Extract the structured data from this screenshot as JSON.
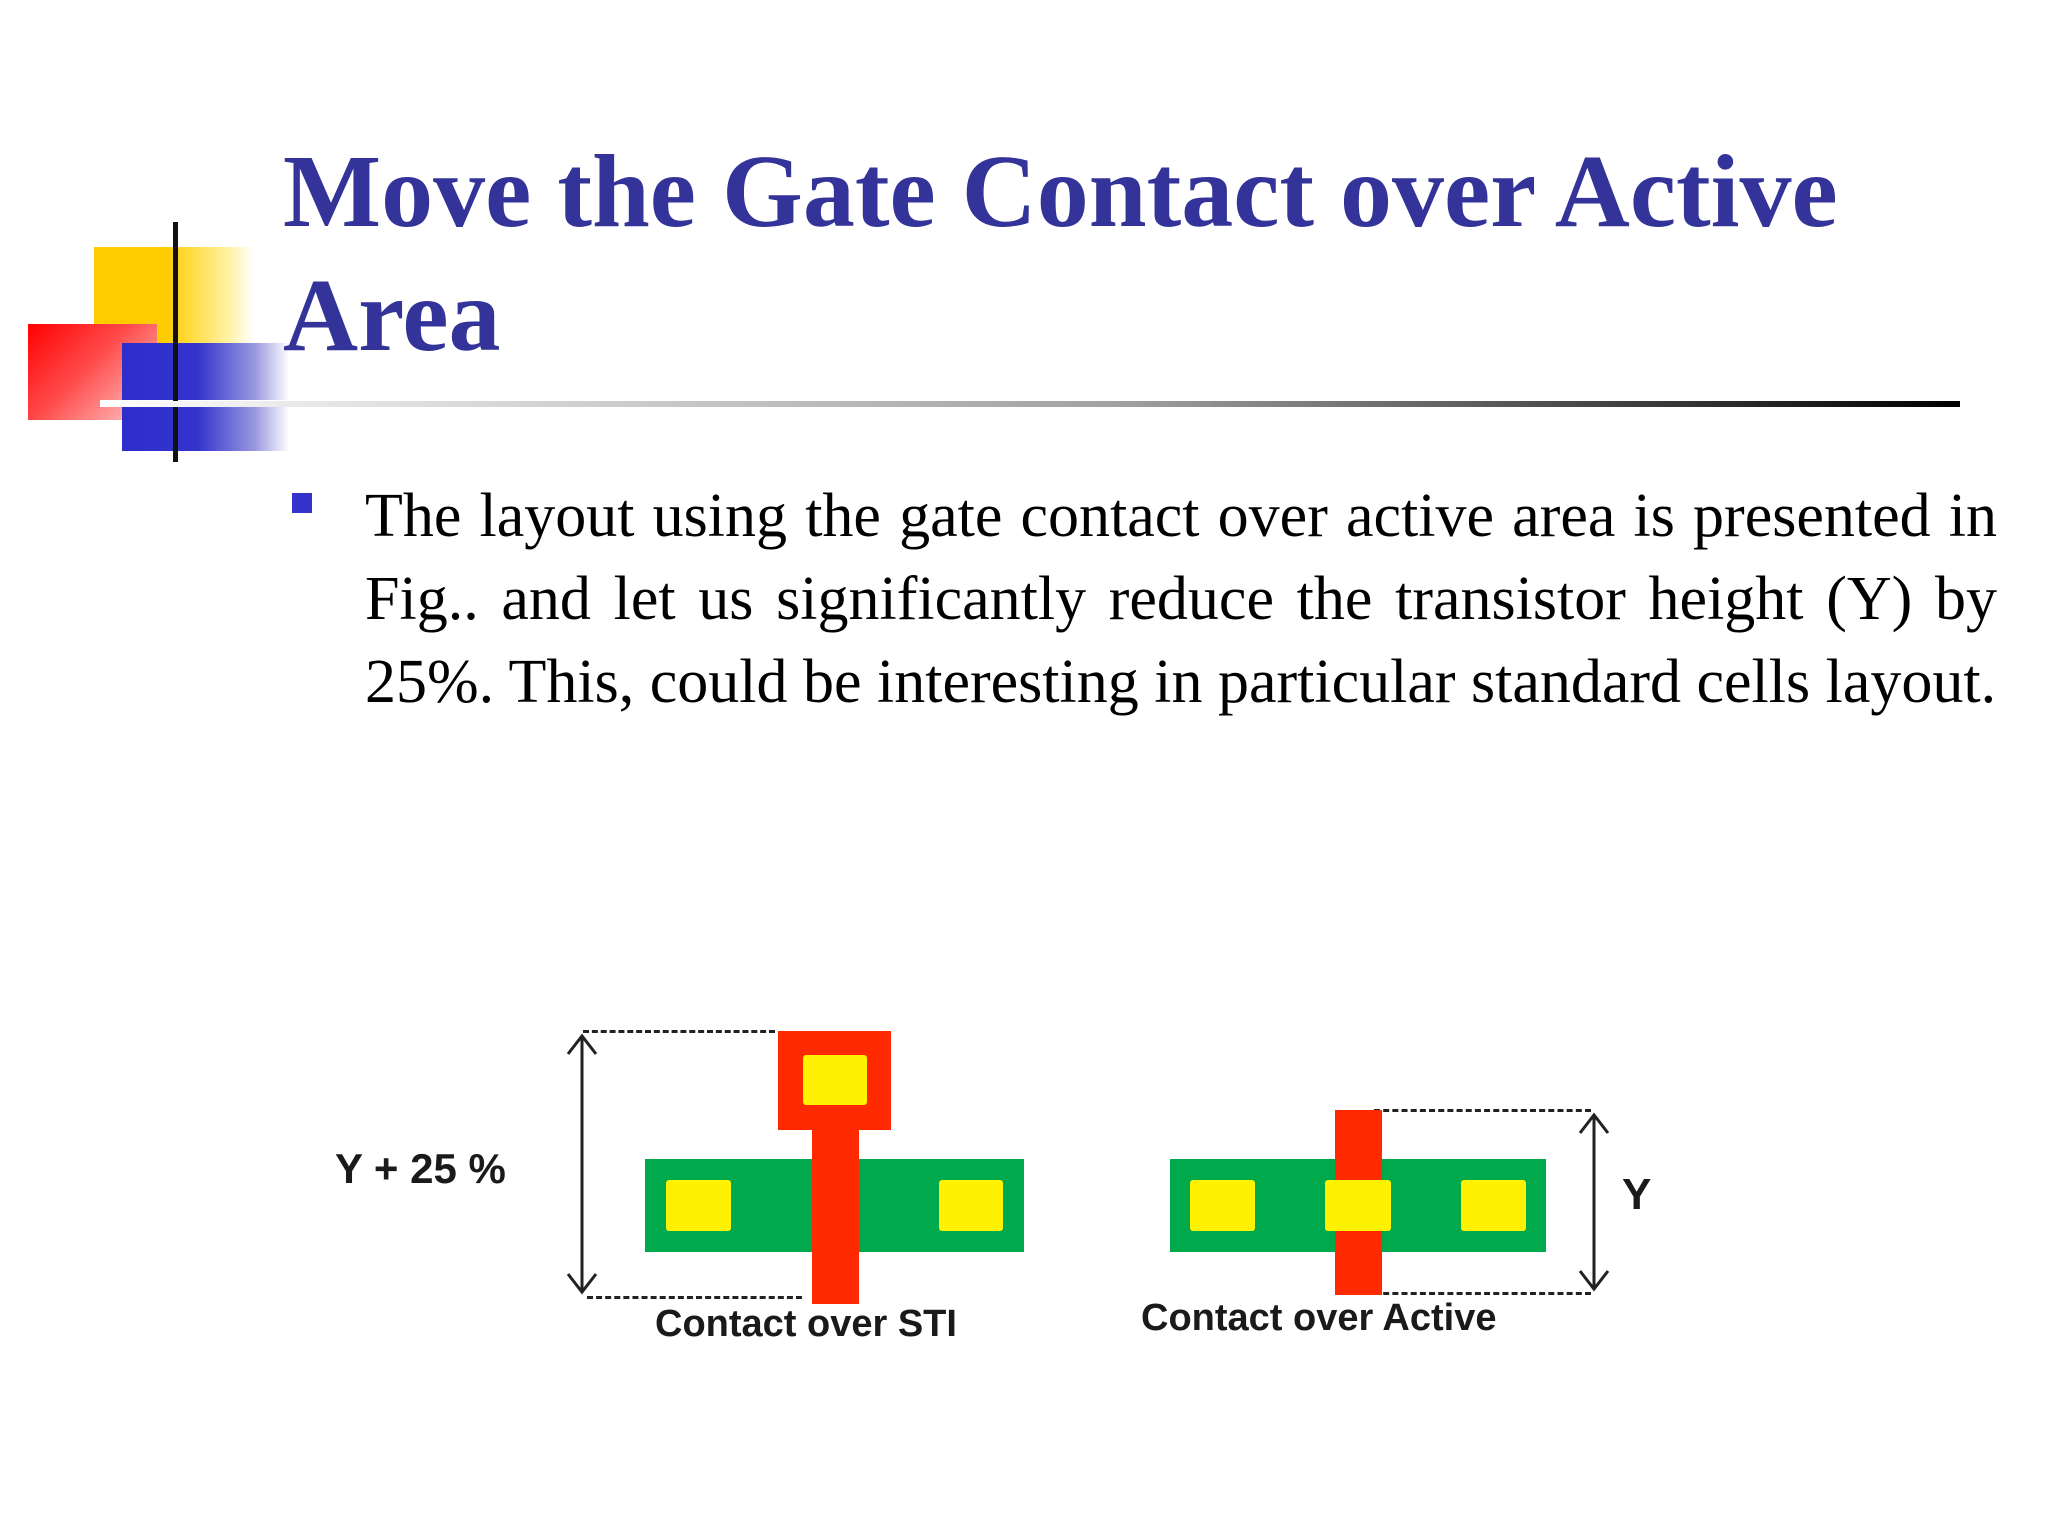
{
  "slide": {
    "title": "Move the Gate Contact over Active Area",
    "bullets": [
      "The layout using the gate contact over active area is presented in Fig.. and let us significantly reduce the transistor height (Y) by 25%. This, could be interesting in particular standard cells layout."
    ]
  },
  "figure": {
    "left_dimension_label": "Y + 25 %",
    "right_dimension_label": "Y",
    "left_caption": "Contact over STI",
    "right_caption": "Contact over Active"
  },
  "colors": {
    "title": "#333399",
    "bullet": "#3333cc",
    "active_area": "#00aa4c",
    "gate_poly": "#ff2a00",
    "contact": "#fff200"
  }
}
